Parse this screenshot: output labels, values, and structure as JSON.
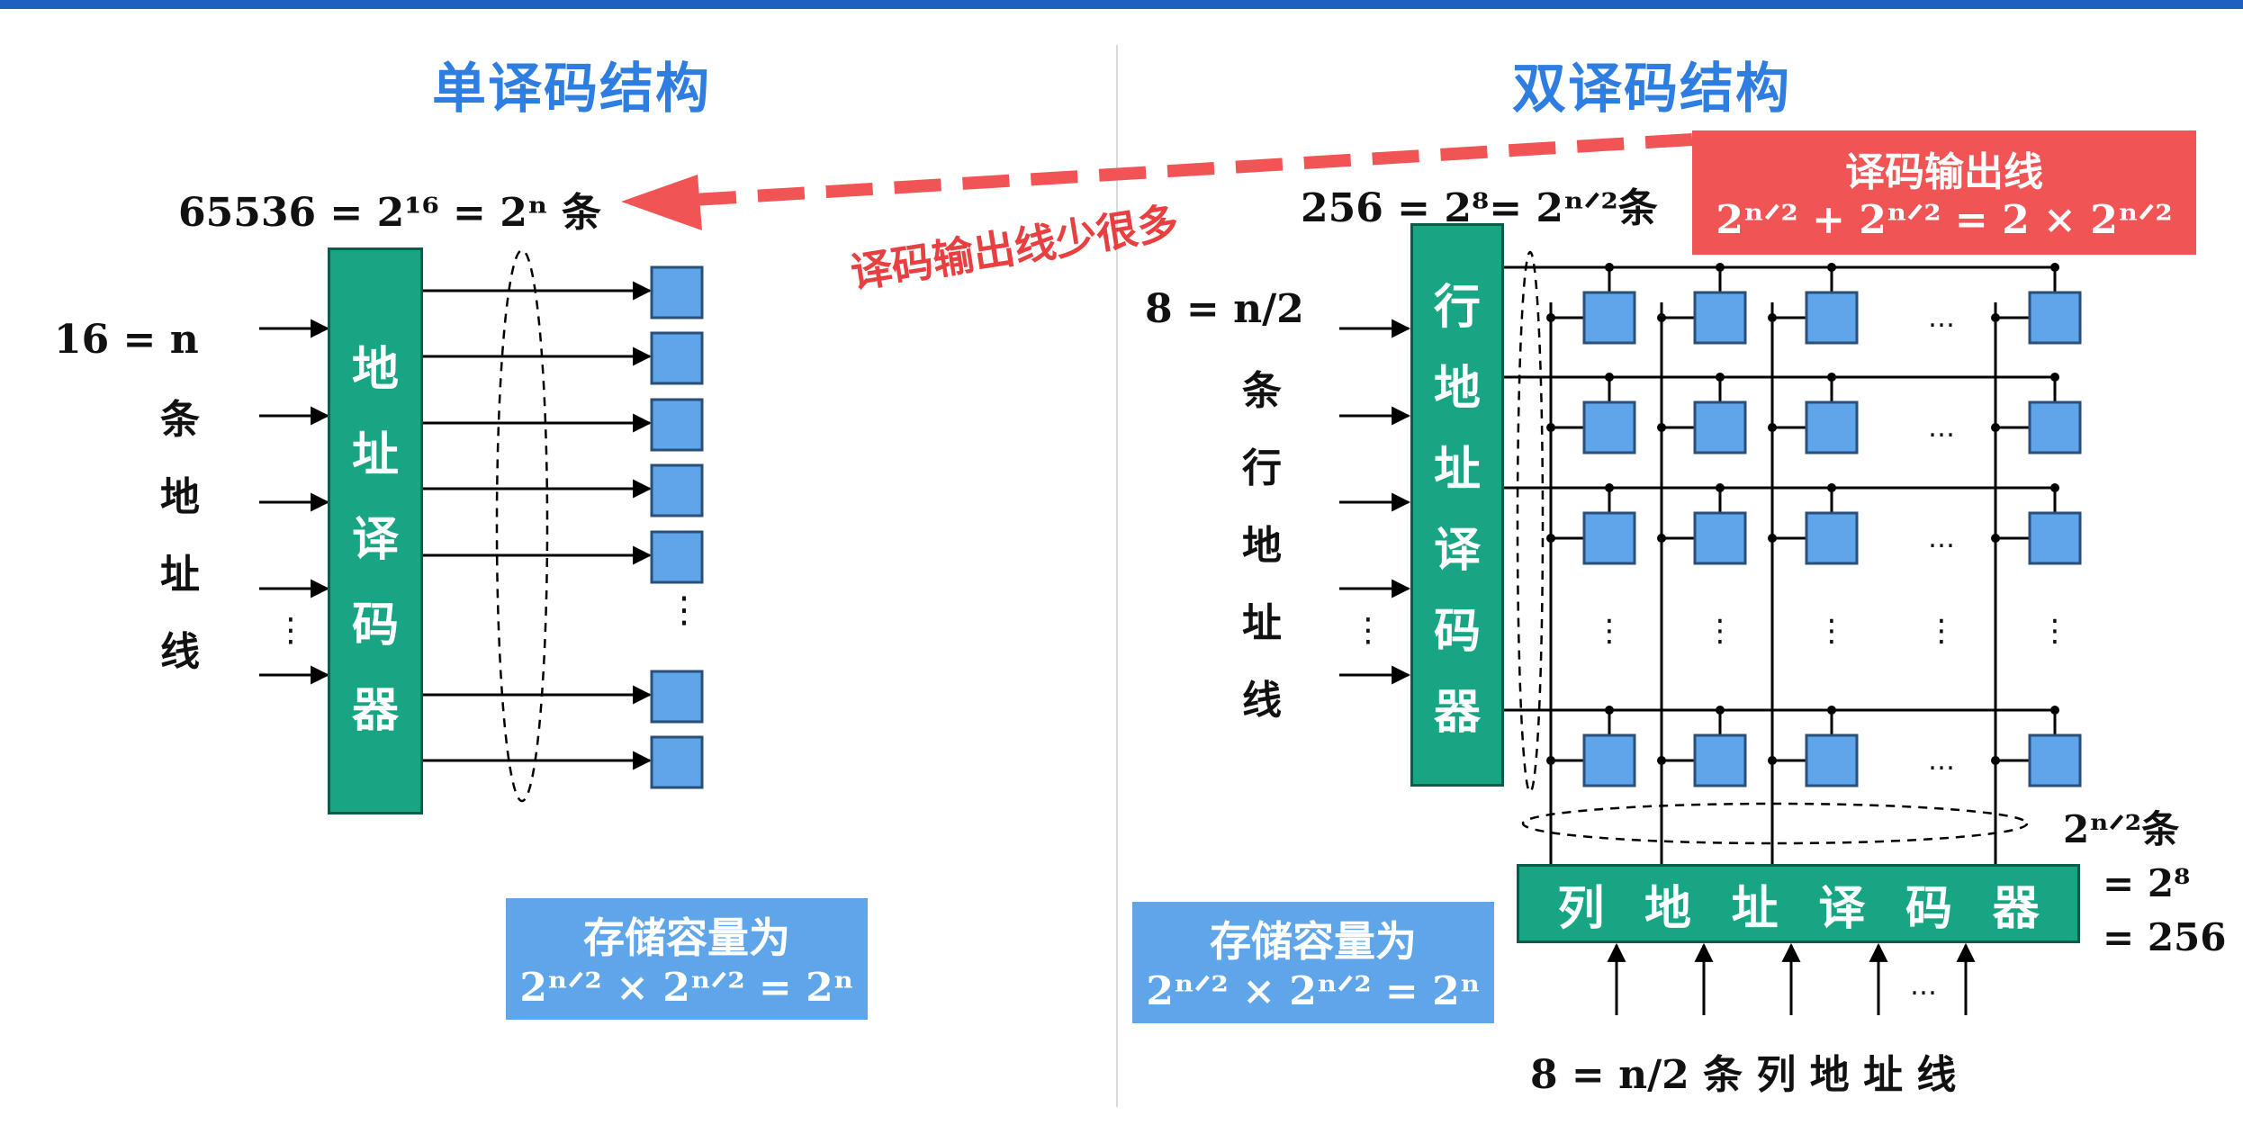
{
  "left": {
    "title": "单译码结构",
    "out_label": "65536 = 2¹⁶ = 2ⁿ 条",
    "n_label": "16 = n",
    "side_chars": [
      "条",
      "地",
      "址",
      "线"
    ],
    "decoder_chars": [
      "地",
      "址",
      "译",
      "码",
      "器"
    ],
    "capacity_line1": "存储容量为",
    "capacity_line2": "2ⁿᐟ² × 2ⁿᐟ² = 2ⁿ"
  },
  "right": {
    "title": "双译码结构",
    "row_out_label": "256 = 2⁸= 2ⁿᐟ²条",
    "row_n_label": "8 = n/2",
    "side_chars": [
      "条",
      "行",
      "地",
      "址",
      "线"
    ],
    "row_decoder_chars": [
      "行",
      "地",
      "址",
      "译",
      "码",
      "器"
    ],
    "col_decoder_chars": [
      "列",
      "地",
      "址",
      "译",
      "码",
      "器"
    ],
    "col_count_1": "2ⁿᐟ²条",
    "col_count_2": "= 2⁸",
    "col_count_3": "= 256",
    "col_in_label": "8 = n/2 条 列 地 址 线",
    "capacity_line1": "存储容量为",
    "capacity_line2": "2ⁿᐟ² × 2ⁿᐟ² = 2ⁿ"
  },
  "callout": {
    "red_box_line1": "译码输出线",
    "red_box_line2": "2ⁿᐟ² + 2ⁿᐟ² = 2 × 2ⁿᐟ²",
    "arrow_text": "译码输出线少很多"
  },
  "colors": {
    "decoder": "#17a583",
    "cell": "#5ea5ea",
    "title": "#2e7de0",
    "callout": "#f05454"
  }
}
